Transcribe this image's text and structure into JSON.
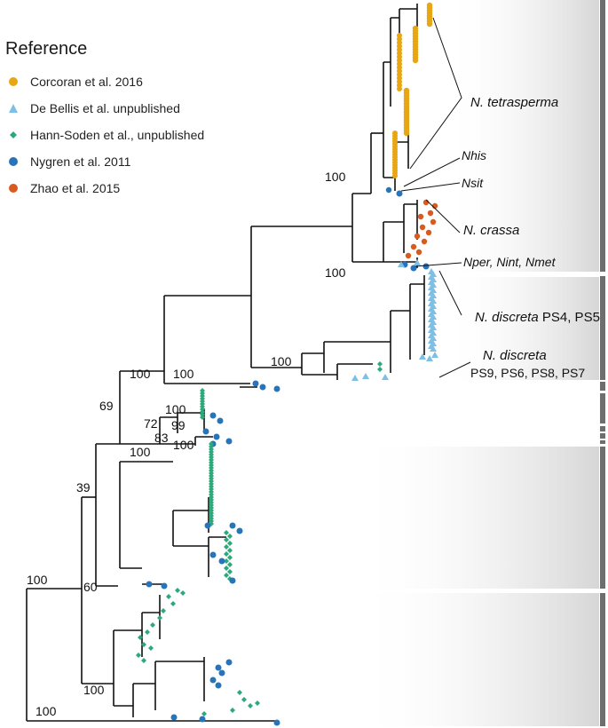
{
  "legend": {
    "title": "Reference",
    "items": [
      {
        "label": "Corcoran et al. 2016",
        "color": "#E8A612",
        "shape": "circle"
      },
      {
        "label": "De Bellis et al. unpublished",
        "color": "#7FBFE3",
        "shape": "triangle"
      },
      {
        "label": "Hann-Soden et al., unpublished",
        "color": "#2BA97B",
        "shape": "diamond"
      },
      {
        "label": "Nygren et al. 2011",
        "color": "#2874B8",
        "shape": "circle"
      },
      {
        "label": "Zhao et al. 2015",
        "color": "#D95A1E",
        "shape": "circle"
      }
    ]
  },
  "clade_labels": {
    "tetrasperma": "N. tetrasperma",
    "nhis": "Nhis",
    "nsit": "Nsit",
    "crassa": "N. crassa",
    "nper": "Nper, Nint, Nmet",
    "discreta1": "N. discreta",
    "discreta1_suffix": " PS4, PS5",
    "discreta2": "N. discreta",
    "discreta2_line2": "PS9, PS6, PS8, PS7"
  },
  "bootstrap": {
    "b100_top": "100",
    "b100_crassa": "100",
    "b100_discreta": "100",
    "b100_a": "100",
    "b100_b": "100",
    "b69": "69",
    "b72": "72",
    "b99": "99",
    "b100_c": "100",
    "b83": "83",
    "b100_d": "100",
    "b100_e": "100",
    "b39": "39",
    "b100_root": "100",
    "b60": "60",
    "b100_low": "100",
    "b100_bottom": "100"
  },
  "colors": {
    "orange": "#E8A612",
    "lightblue": "#7FBFE3",
    "green": "#2BA97B",
    "blue": "#2874B8",
    "red": "#D95A1E",
    "branch": "#111111",
    "bar": "#6e6e6e"
  }
}
